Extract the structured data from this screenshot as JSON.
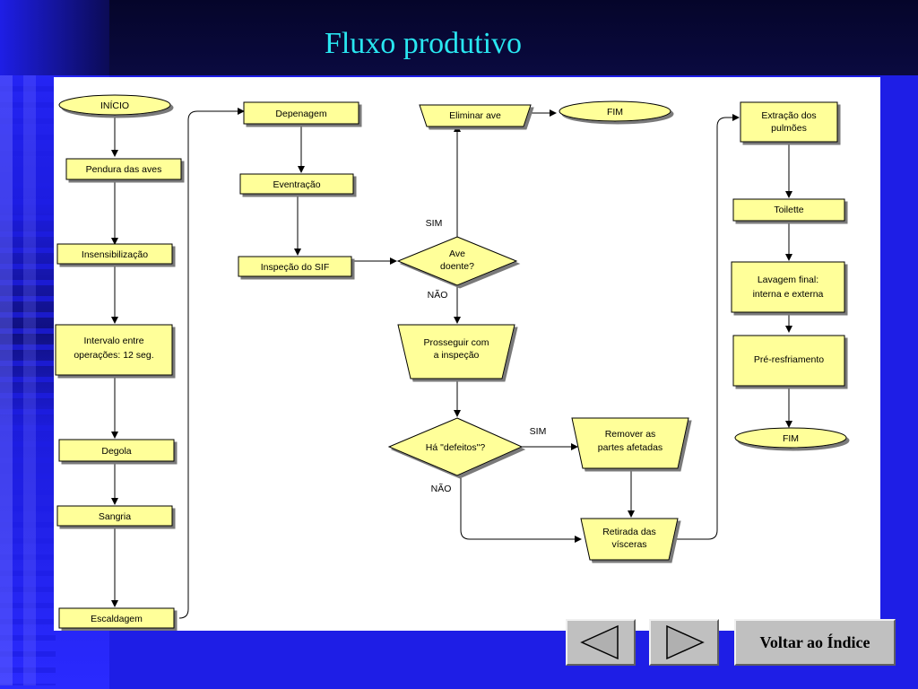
{
  "slide": {
    "title": "Fluxo produtivo"
  },
  "flowchart": {
    "nodes": {
      "inicio": "INÍCIO",
      "pendura": "Pendura das aves",
      "insensibilizacao": "Insensibilização",
      "intervalo_1": "Intervalo entre",
      "intervalo_2": "operações: 12 seg.",
      "degola": "Degola",
      "sangria": "Sangria",
      "escaldagem": "Escaldagem",
      "depenagem": "Depenagem",
      "evisceracao": "Eventração",
      "inspecao_sif": "Inspeção do SIF",
      "ave_doente_1": "Ave",
      "ave_doente_2": "doente?",
      "eliminar_ave": "Eliminar ave",
      "fim_1": "FIM",
      "prosseguir_1": "Prosseguir com",
      "prosseguir_2": "a inspeção",
      "defeitos": "Há \"defeitos\"?",
      "remover_1": "Remover as",
      "remover_2": "partes afetadas",
      "retirada_1": "Retirada das",
      "retirada_2": "vísceras",
      "extracao_1": "Extração dos",
      "extracao_2": "pulmões",
      "toilette": "Toilette",
      "lavagem_1": "Lavagem final:",
      "lavagem_2": "interna e externa",
      "pre_resfriamento": "Pré-resfriamento",
      "fim_2": "FIM"
    },
    "edge_labels": {
      "sim_1": "SIM",
      "nao_1": "NÃO",
      "sim_2": "SIM",
      "nao_2": "NÃO"
    },
    "colors": {
      "shape_fill": "#ffff99",
      "shape_stroke": "#000000"
    }
  },
  "navigation": {
    "prev_icon": "triangle-left-icon",
    "next_icon": "triangle-right-icon",
    "index_label": "Voltar ao Índice"
  }
}
